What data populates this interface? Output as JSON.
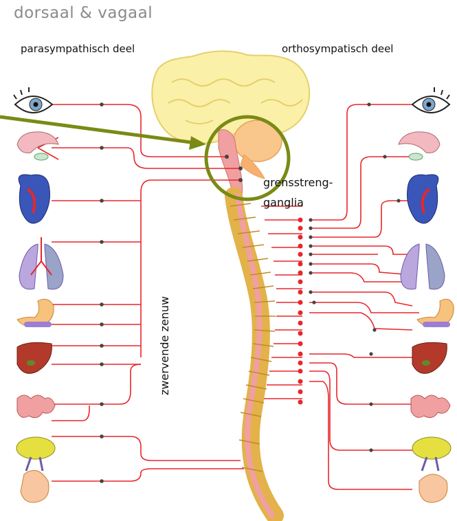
{
  "title": "dorsaal & vagaal",
  "headers": {
    "left": "parasympathisch deel",
    "right": "orthosympatisch deel"
  },
  "labels": {
    "vagus": "zwervende zenuw",
    "trunk_1": "grensstreng-",
    "trunk_2": "ganglia"
  },
  "colors": {
    "nerve": "#e8262a",
    "highlight": "#7a8a14",
    "brain": "#fbf0a8",
    "spine": "#e3b24a",
    "cord": "#f0a0a0"
  },
  "organs": [
    "eye-icon",
    "salivary-gland-icon",
    "heart-icon",
    "lung-icon",
    "stomach-icon",
    "liver-icon",
    "intestine-icon",
    "bladder-icon",
    "genitals-icon"
  ]
}
